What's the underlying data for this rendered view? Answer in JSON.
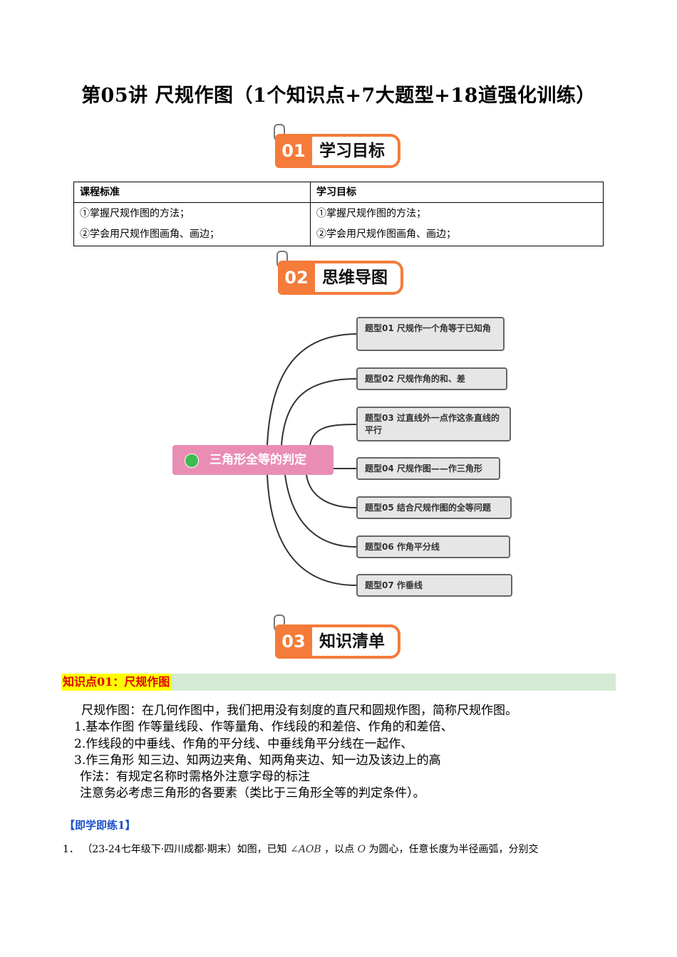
{
  "title": "第05讲  尺规作图（1个知识点+7大题型+18道强化训练）",
  "sections": {
    "s1": {
      "num": "01",
      "label": "学习目标"
    },
    "s2": {
      "num": "02",
      "label": "思维导图"
    },
    "s3": {
      "num": "03",
      "label": "知识清单"
    }
  },
  "goals_table": {
    "headers": [
      "课程标准",
      "学习目标"
    ],
    "col1": [
      "①掌握尺规作图的方法；",
      "②学会用尺规作图画角、画边；"
    ],
    "col2": [
      "①掌握尺规作图的方法；",
      "②学会用尺规作图画角、画边；"
    ]
  },
  "mindmap": {
    "central": "三角形全等的判定",
    "topics": [
      "题型01  尺规作一个角等于已知角",
      "题型02  尺规作角的和、差",
      "题型03  过直线外一点作这条直线的平行",
      "题型04  尺规作图——作三角形",
      "题型05  结合尺规作图的全等问题",
      "题型06  作角平分线",
      "题型07  作垂线"
    ]
  },
  "knowledge": {
    "heading": "知识点01：尺规作图",
    "lines": [
      "尺规作图：在几何作图中，我们把用没有刻度的直尺和圆规作图，简称尺规作图。",
      "1.基本作图        作等量线段、作等量角、作线段的和差倍、作角的和差倍、",
      "2.作线段的中垂线、作角的平分线、中垂线角平分线在一起作、",
      "3.作三角形          知三边、知两边夹角、知两角夹边、知一边及该边上的高",
      "作法：有规定名称时需格外注意字母的标注",
      "注意务必考虑三角形的各要素（类比于三角形全等的判定条件）。"
    ]
  },
  "practice": {
    "heading": "【即学即练1】",
    "q1_num": "1．",
    "q1_a": "（23-24七年级下·四川成都·期末）如图，已知",
    "q1_angle": "∠AOB",
    "q1_b": "，以点",
    "q1_point": "O",
    "q1_c": "为圆心，任意长度为半径画弧，分别交"
  },
  "colors": {
    "badge": "#f47b3a",
    "central": "#e98db5",
    "dot": "#3dbb4f",
    "kp_bg": "#d5ead5",
    "kp_text": "#e00000",
    "practice": "#1a4fc9"
  }
}
